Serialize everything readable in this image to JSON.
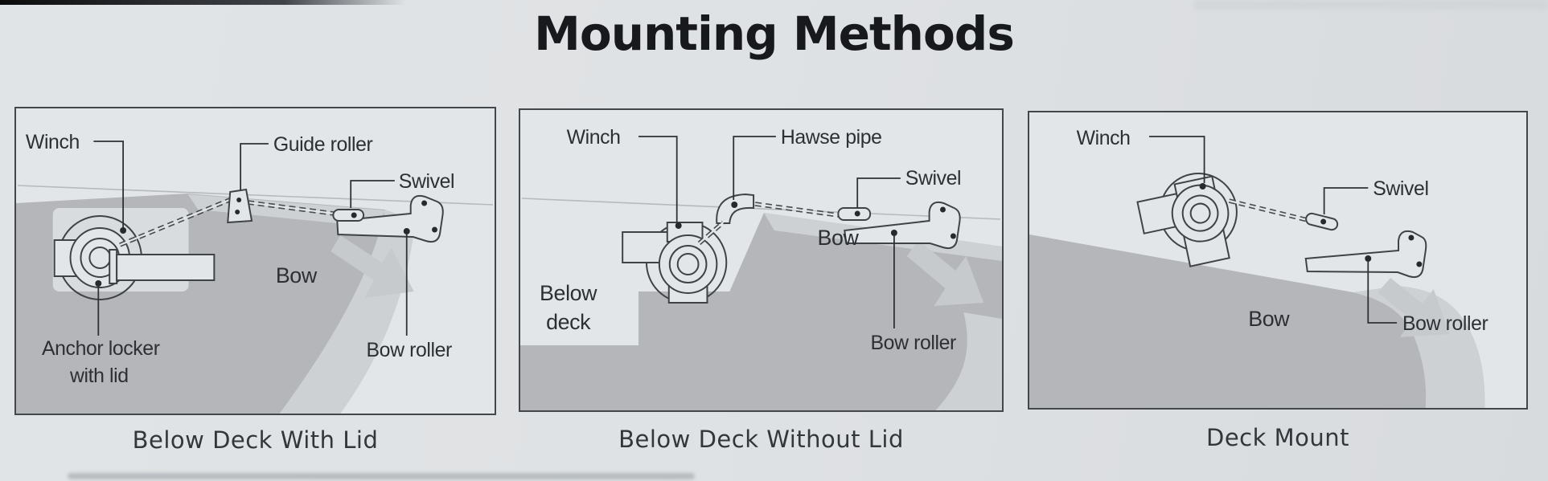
{
  "title": "Mounting Methods",
  "colors": {
    "paper": "#dfe2e4",
    "panel_bg": "#e3e6e8",
    "hull": "#b4b6ba",
    "hull_light": "#ced1d4",
    "hull_lighter": "#d9dcde",
    "line": "#3f4247",
    "text": "#2c2f34",
    "leader": "#2e3135",
    "title": "#17191d"
  },
  "panels": [
    {
      "caption": "Below Deck With Lid",
      "labels": {
        "winch": "Winch",
        "guide_roller": "Guide roller",
        "swivel": "Swivel",
        "bow": "Bow",
        "anchor_locker_line1": "Anchor locker",
        "anchor_locker_line2": "with lid",
        "bow_roller": "Bow roller"
      }
    },
    {
      "caption": "Below Deck Without Lid",
      "labels": {
        "winch": "Winch",
        "hawse_pipe": "Hawse pipe",
        "swivel": "Swivel",
        "bow": "Bow",
        "below_deck_line1": "Below",
        "below_deck_line2": "deck",
        "bow_roller": "Bow roller"
      }
    },
    {
      "caption": "Deck Mount",
      "labels": {
        "winch": "Winch",
        "swivel": "Swivel",
        "bow": "Bow",
        "bow_roller": "Bow roller"
      }
    }
  ]
}
